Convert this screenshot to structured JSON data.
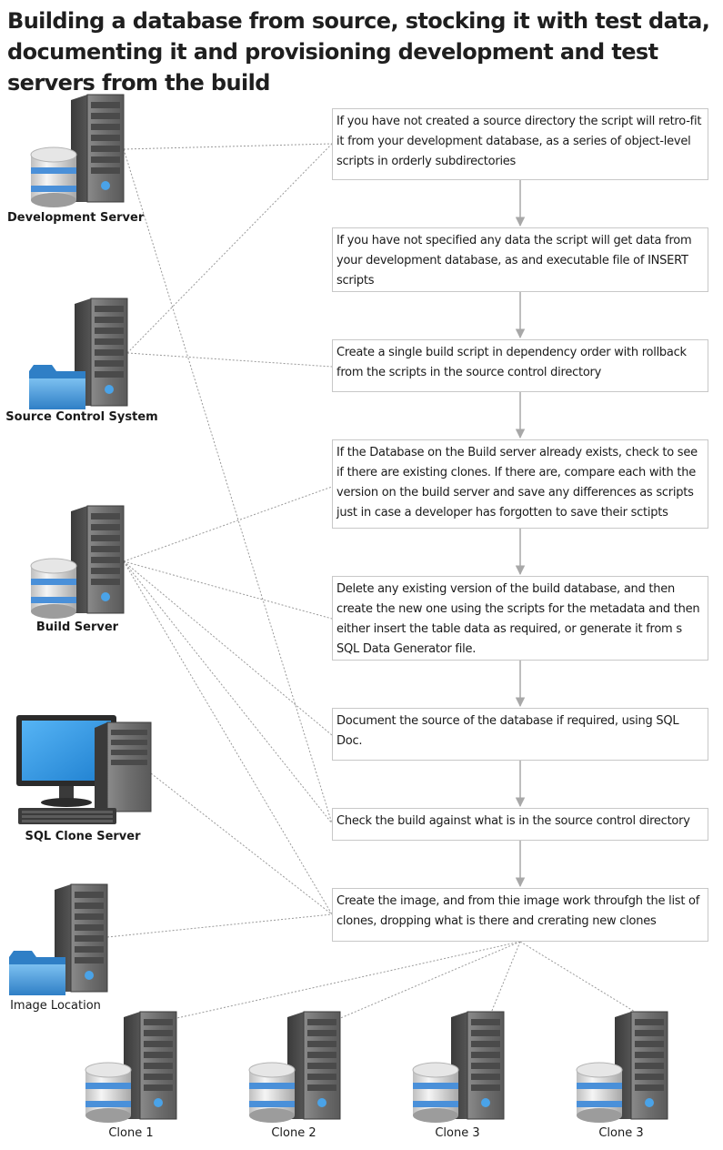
{
  "title": "Building a database from source, stocking it with test data, documenting it and provisioning development and test servers from the build",
  "nodes": {
    "dev": "Development Server",
    "scs": "Source Control System",
    "build": "Build Server",
    "clone_server": "SQL Clone Server",
    "image": "Image Location",
    "clone1": "Clone 1",
    "clone2": "Clone 2",
    "clone3a": "Clone 3",
    "clone3b": "Clone 3"
  },
  "steps": [
    "If you have not created a source directory the script will retro-fit it from your development database, as a series of object-level scripts in orderly subdirectories",
    "If you have not specified any data  the script will get data from your development database, as and executable file of INSERT scripts",
    "Create a single build script in dependency order with rollback from the scripts in the source control directory",
    "If the Database on the Build server already exists, check to see if there are existing clones. If there are, compare each with the version on the build server and  save any differences as scripts just in case a developer has forgotten to save their sctipts",
    "Delete any existing version of the build database, and then create the new one using the scripts for the metadata and then either insert the table data as required, or generate it from s SQL Data Generator file.",
    "Document the source of the database if required, using SQL Doc.",
    "Check the build against what is in the source control directory",
    "Create the image, and from thie image work throufgh the list of clones, dropping what is there and crerating new clones"
  ],
  "colors": {
    "server_body": "#6b6b6b",
    "drive_blue": "#4a90d9",
    "folder_blue": "#3d8fd6",
    "monitor_blue": "#3a9be8",
    "arrow": "#a8a8a8",
    "connector": "#9a9a9a"
  }
}
